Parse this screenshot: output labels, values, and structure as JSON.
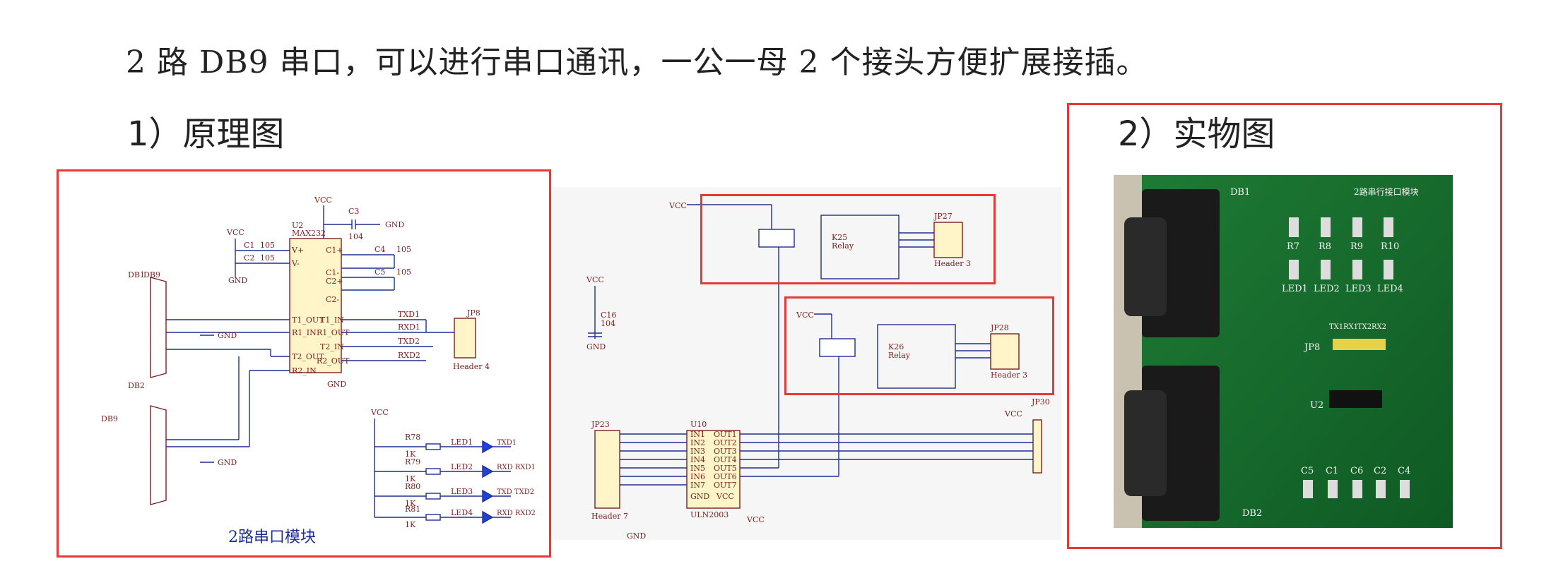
{
  "intro": "2 路 DB9 串口，可以进行串口通讯，一公一母 2 个接头方便扩展接插。",
  "headings": {
    "schematic": "1）原理图",
    "photo": "2）实物图"
  },
  "schematic_left": {
    "vcc": "VCC",
    "gnd": "GND",
    "u2": "U2",
    "u2_part": "MAX232",
    "c1": "C1",
    "c2": "C2",
    "c3": "C3",
    "c4": "C4",
    "c5": "C5",
    "cap_val": "105",
    "c3_val": "104",
    "db1": "DB1",
    "db2": "DB2",
    "db9": "DB9",
    "pins_left": [
      "V+",
      "V-",
      "T1_OUT",
      "R1_IN",
      "T2_OUT",
      "R2_IN"
    ],
    "pins_right": [
      "C1+",
      "C1-",
      "C2+",
      "C2-",
      "T1_IN",
      "R1_OUT",
      "T2_IN",
      "R2_OUT"
    ],
    "nets": [
      "TXD1",
      "RXD1",
      "TXD2",
      "RXD2"
    ],
    "jp8": "JP8",
    "header4": "Header 4",
    "resistors": [
      "R78",
      "R79",
      "R80",
      "R81"
    ],
    "res_val": "1K",
    "leds": [
      "LED1",
      "LED2",
      "LED3",
      "LED4"
    ],
    "led_nets": [
      "TXD1",
      "RXD RXD1",
      "TXD TXD2",
      "RXD RXD2"
    ],
    "title": "2路串口模块"
  },
  "schematic_right": {
    "vcc": "VCC",
    "gnd": "GND",
    "k25": "K25",
    "k26": "K26",
    "relay": "Relay",
    "jp27": "JP27",
    "jp28": "JP28",
    "header3": "Header 3",
    "c16": "C16",
    "c16_val": "104",
    "jp23": "JP23",
    "header7": "Header 7",
    "u10": "U10",
    "u10_part": "ULN2003",
    "ins": [
      "IN1",
      "IN2",
      "IN3",
      "IN4",
      "IN5",
      "IN6",
      "IN7"
    ],
    "outs": [
      "OUT1",
      "OUT2",
      "OUT3",
      "OUT4",
      "OUT5",
      "OUT6",
      "OUT7"
    ],
    "gnd_pin": "GND",
    "vcc_pin": "VCC",
    "jp30": "JP30"
  },
  "photo": {
    "db1": "DB1",
    "db2": "DB2",
    "title": "2路串行接口模块",
    "rs": [
      "R7",
      "R8",
      "R9",
      "R10"
    ],
    "leds": [
      "LED1",
      "LED2",
      "LED3",
      "LED4"
    ],
    "jp8": "JP8",
    "pins": [
      "TX1",
      "RX1",
      "TX2",
      "RX2"
    ],
    "u2": "U2",
    "caps": [
      "C5",
      "C1",
      "C6",
      "C2",
      "C4"
    ]
  }
}
